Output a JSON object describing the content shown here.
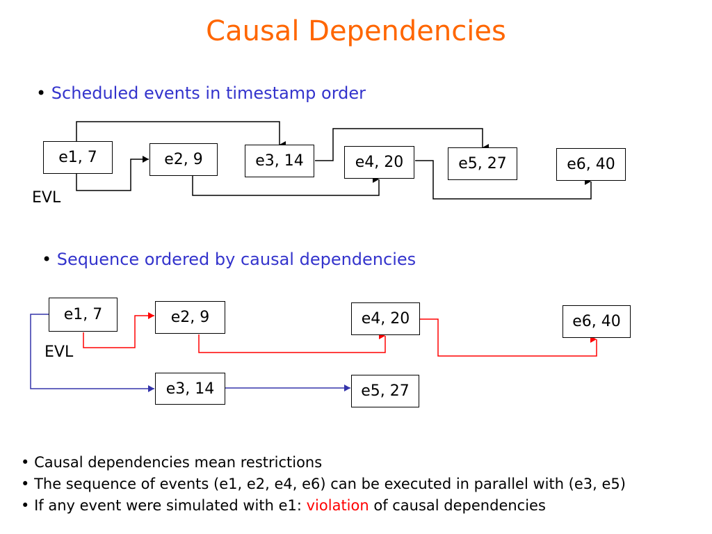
{
  "title": "Causal Dependencies",
  "section1": {
    "heading": "Scheduled events in timestamp order",
    "label": "EVL",
    "events": [
      "e1, 7",
      "e2, 9",
      "e3, 14",
      "e4, 20",
      "e5, 27",
      "e6, 40"
    ]
  },
  "section2": {
    "heading": "Sequence ordered by causal dependencies",
    "label": "EVL",
    "events": [
      "e1, 7",
      "e2, 9",
      "e3, 14",
      "e4, 20",
      "e5, 27",
      "e6, 40"
    ]
  },
  "bullets": {
    "b1": "Causal dependencies mean restrictions",
    "b2": "The sequence of events (e1, e2, e4, e6) can be executed in parallel with (e3, e5)",
    "b3_prefix": "If any event were simulated with e1: ",
    "b3_highlight": "violation",
    "b3_suffix": " of causal dependencies"
  },
  "colors": {
    "title": "#ff6600",
    "heading": "#3333cc",
    "red_path": "#ff0000",
    "blue_path": "#3333aa",
    "violation": "#ff0000"
  }
}
